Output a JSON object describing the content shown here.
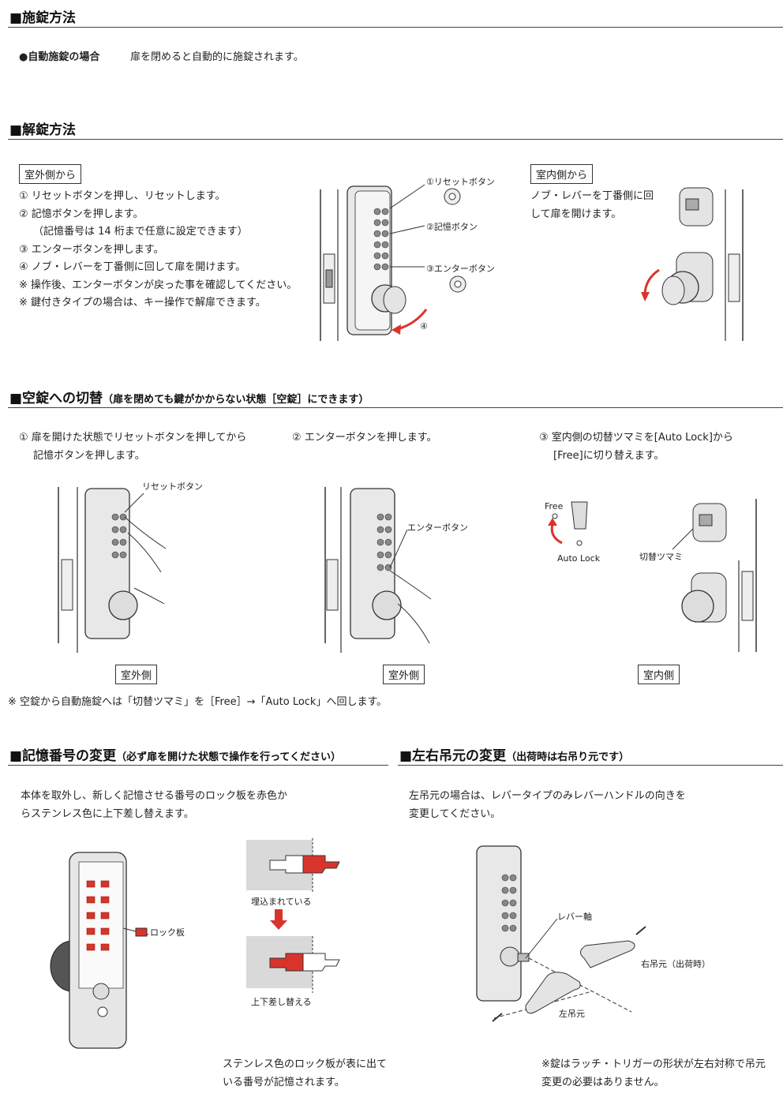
{
  "s1": {
    "title": "■施錠方法",
    "label": "●自動施錠の場合",
    "text": "扉を閉めると自動的に施錠されます。"
  },
  "s2": {
    "title": "■解錠方法",
    "outside_label": "室外側から",
    "steps": [
      "① リセットボタンを押し、リセットします。",
      "② 記憶ボタンを押します。",
      "（記憶番号は 14 桁まで任意に設定できます）",
      "③ エンターボタンを押します。",
      "④ ノブ・レバーを丁番側に回して扉を開けます。",
      "※ 操作後、エンターボタンが戻った事を確認してください。",
      "※ 鍵付きタイプの場合は、キー操作で解扉できます。"
    ],
    "callouts": [
      "①リセットボタン",
      "②記憶ボタン",
      "③エンターボタン",
      "④"
    ],
    "inside_label": "室内側から",
    "inside_text": [
      "ノブ・レバーを丁番側に回",
      "して扉を開けます。"
    ]
  },
  "s3": {
    "title": "■空錠への切替",
    "subtitle": "（扉を閉めても鍵がかからない状態［空錠］にできます）",
    "step1": [
      "① 扉を開けた状態でリセットボタンを押してから",
      "記憶ボタンを押します。"
    ],
    "step2": "② エンターボタンを押します。",
    "step3": [
      "③ 室内側の切替ツマミを[Auto Lock]から",
      "[Free]に切り替えます。"
    ],
    "reset_callout": "リセットボタン",
    "enter_callout": "エンターボタン",
    "free": "Free",
    "autolock": "Auto Lock",
    "knob_label": "切替ツマミ",
    "caption1": "室外側",
    "caption2": "室外側",
    "caption3": "室内側",
    "note": "※ 空錠から自動施錠へは「切替ツマミ」を［Free］→「Auto Lock」へ回します。"
  },
  "s4": {
    "title": "■記憶番号の変更",
    "subtitle": "（必ず扉を開けた状態で操作を行ってください）",
    "text": [
      "本体を取外し、新しく記憶させる番号のロック板を赤色か",
      "らステンレス色に上下差し替えます。"
    ],
    "lockplate": "ロック板",
    "embedded": "埋込まれている",
    "swap": "上下差し替える",
    "bottom": [
      "ステンレス色のロック板が表に出て",
      "いる番号が記憶されます。"
    ]
  },
  "s5": {
    "title": "■左右吊元の変更",
    "subtitle": "（出荷時は右吊り元です）",
    "text": [
      "左吊元の場合は、レバータイプのみレバーハンドルの向きを",
      "変更してください。"
    ],
    "lever_shaft": "レバー軸",
    "right_hinge": "右吊元（出荷時）",
    "left_hinge": "左吊元",
    "note": [
      "※錠はラッチ・トリガーの形状が左右対称で吊元",
      "変更の必要はありません。"
    ]
  },
  "colors": {
    "accent_red": "#d9342b",
    "rule": "#444444",
    "panel_gray": "#d9d9d9"
  }
}
